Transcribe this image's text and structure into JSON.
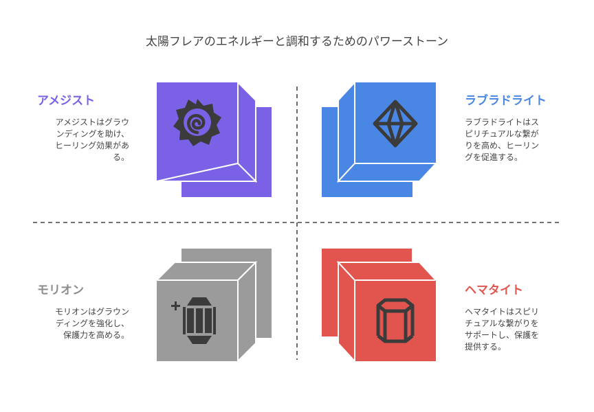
{
  "title": "太陽フレアのエネルギーと調和するためのパワーストーン",
  "colors": {
    "amethyst": "#7B61E6",
    "labradorite": "#4A86E4",
    "morion": "#9B9B9B",
    "hematite": "#E2554F",
    "icon": "#3b3b3b"
  },
  "quadrants": {
    "amethyst": {
      "name": "アメジスト",
      "desc_lines": [
        "アメジストはグラウ",
        "ンディングを助け、",
        "ヒーリング効果があ",
        "る。"
      ],
      "icon": "spiral-sun-icon"
    },
    "labradorite": {
      "name": "ラブラドライト",
      "desc_lines": [
        "ラブラドライトはス",
        "ピリチュアルな繋が",
        "りを高め、ヒーリン",
        "グを促進する。"
      ],
      "icon": "octahedron-gem-icon"
    },
    "morion": {
      "name": "モリオン",
      "desc_lines": [
        "モリオンはグラウン",
        "ディングを強化し、",
        "保護力を高める。"
      ],
      "icon": "sparkle-gem-icon"
    },
    "hematite": {
      "name": "ヘマタイト",
      "desc_lines": [
        "ヘマタイトはスピリ",
        "チュアルな繋がりを",
        "サポートし、保護を",
        "提供する。"
      ],
      "icon": "hexagonal-prism-icon"
    }
  }
}
